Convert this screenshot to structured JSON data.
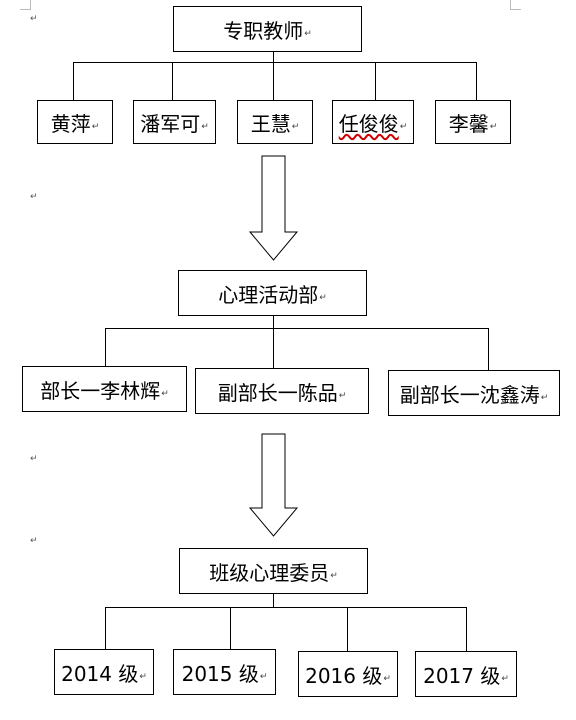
{
  "paragraph_mark": "↵",
  "level1": {
    "title": "专职教师",
    "members": [
      {
        "name": "黄萍"
      },
      {
        "name": "潘军可"
      },
      {
        "name": "王慧"
      },
      {
        "name": "任俊俊"
      },
      {
        "name": "李馨"
      }
    ]
  },
  "level2": {
    "title": "心理活动部",
    "members": [
      {
        "name": "部长一李林辉"
      },
      {
        "name": "副部长一陈品"
      },
      {
        "name": "副部长一沈鑫涛"
      }
    ]
  },
  "level3": {
    "title": "班级心理委员",
    "members": [
      {
        "name": "2014 级"
      },
      {
        "name": "2015 级"
      },
      {
        "name": "2016 级"
      },
      {
        "name": "2017 级"
      }
    ]
  }
}
